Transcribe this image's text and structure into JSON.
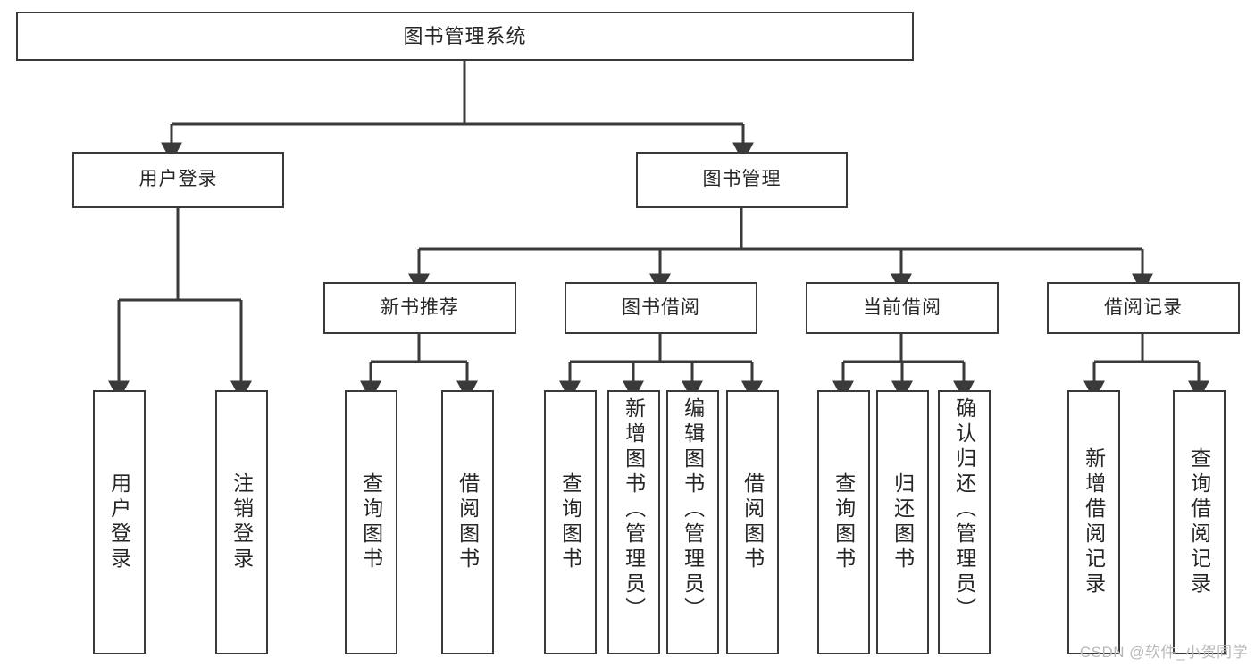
{
  "diagram": {
    "title": "图书管理系统",
    "type": "tree",
    "style": {
      "box_border": "#3a3a3a",
      "box_fill": "#ffffff",
      "line": "#3a3a3a",
      "text": "#262626",
      "background": "#ffffff",
      "watermark_color": "#b8b8b8"
    },
    "root": {
      "label": "图书管理系统"
    },
    "level2": [
      {
        "label": "用户登录"
      },
      {
        "label": "图书管理"
      }
    ],
    "level3": [
      {
        "label": "新书推荐"
      },
      {
        "label": "图书借阅"
      },
      {
        "label": "当前借阅"
      },
      {
        "label": "借阅记录"
      }
    ],
    "leaves": {
      "user_login": [
        {
          "label": "用户登录"
        },
        {
          "label": "注销登录"
        }
      ],
      "new_book_recommend": [
        {
          "label": "查询图书"
        },
        {
          "label": "借阅图书"
        }
      ],
      "book_borrow": [
        {
          "label": "查询图书"
        },
        {
          "label": "新增图书（管理员）"
        },
        {
          "label": "编辑图书（管理员）"
        },
        {
          "label": "借阅图书"
        }
      ],
      "current_borrow": [
        {
          "label": "查询图书"
        },
        {
          "label": "归还图书"
        },
        {
          "label": "确认归还（管理员）"
        }
      ],
      "borrow_record": [
        {
          "label": "新增借阅记录"
        },
        {
          "label": "查询借阅记录"
        }
      ]
    },
    "watermark": "CSDN @软件_小贺同学"
  }
}
